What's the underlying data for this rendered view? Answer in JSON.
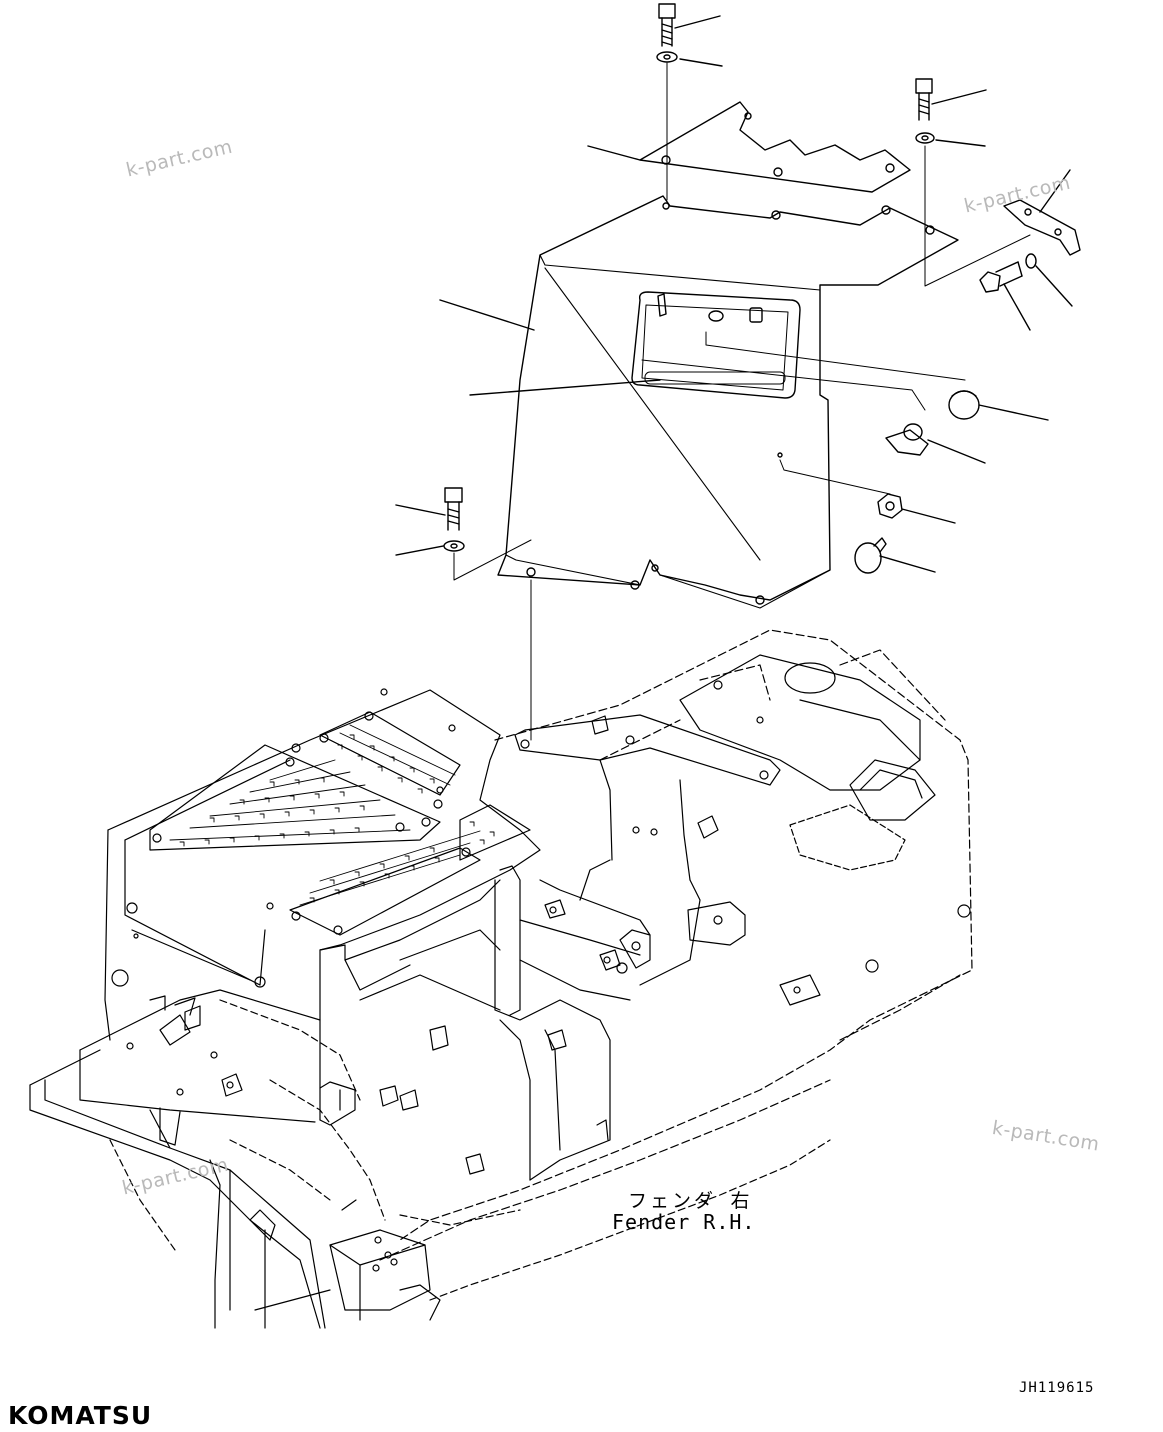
{
  "watermarks": [
    "k-part.com",
    "k-part.com",
    "k-part.com",
    "k-part.com"
  ],
  "caption": {
    "japanese": "フェンダ 右",
    "english": "Fender R.H."
  },
  "drawing_number": "JH119615",
  "brand": "KOMATSU",
  "colors": {
    "line": "#000000",
    "watermark": "#b9b9b9",
    "background": "#ffffff"
  }
}
